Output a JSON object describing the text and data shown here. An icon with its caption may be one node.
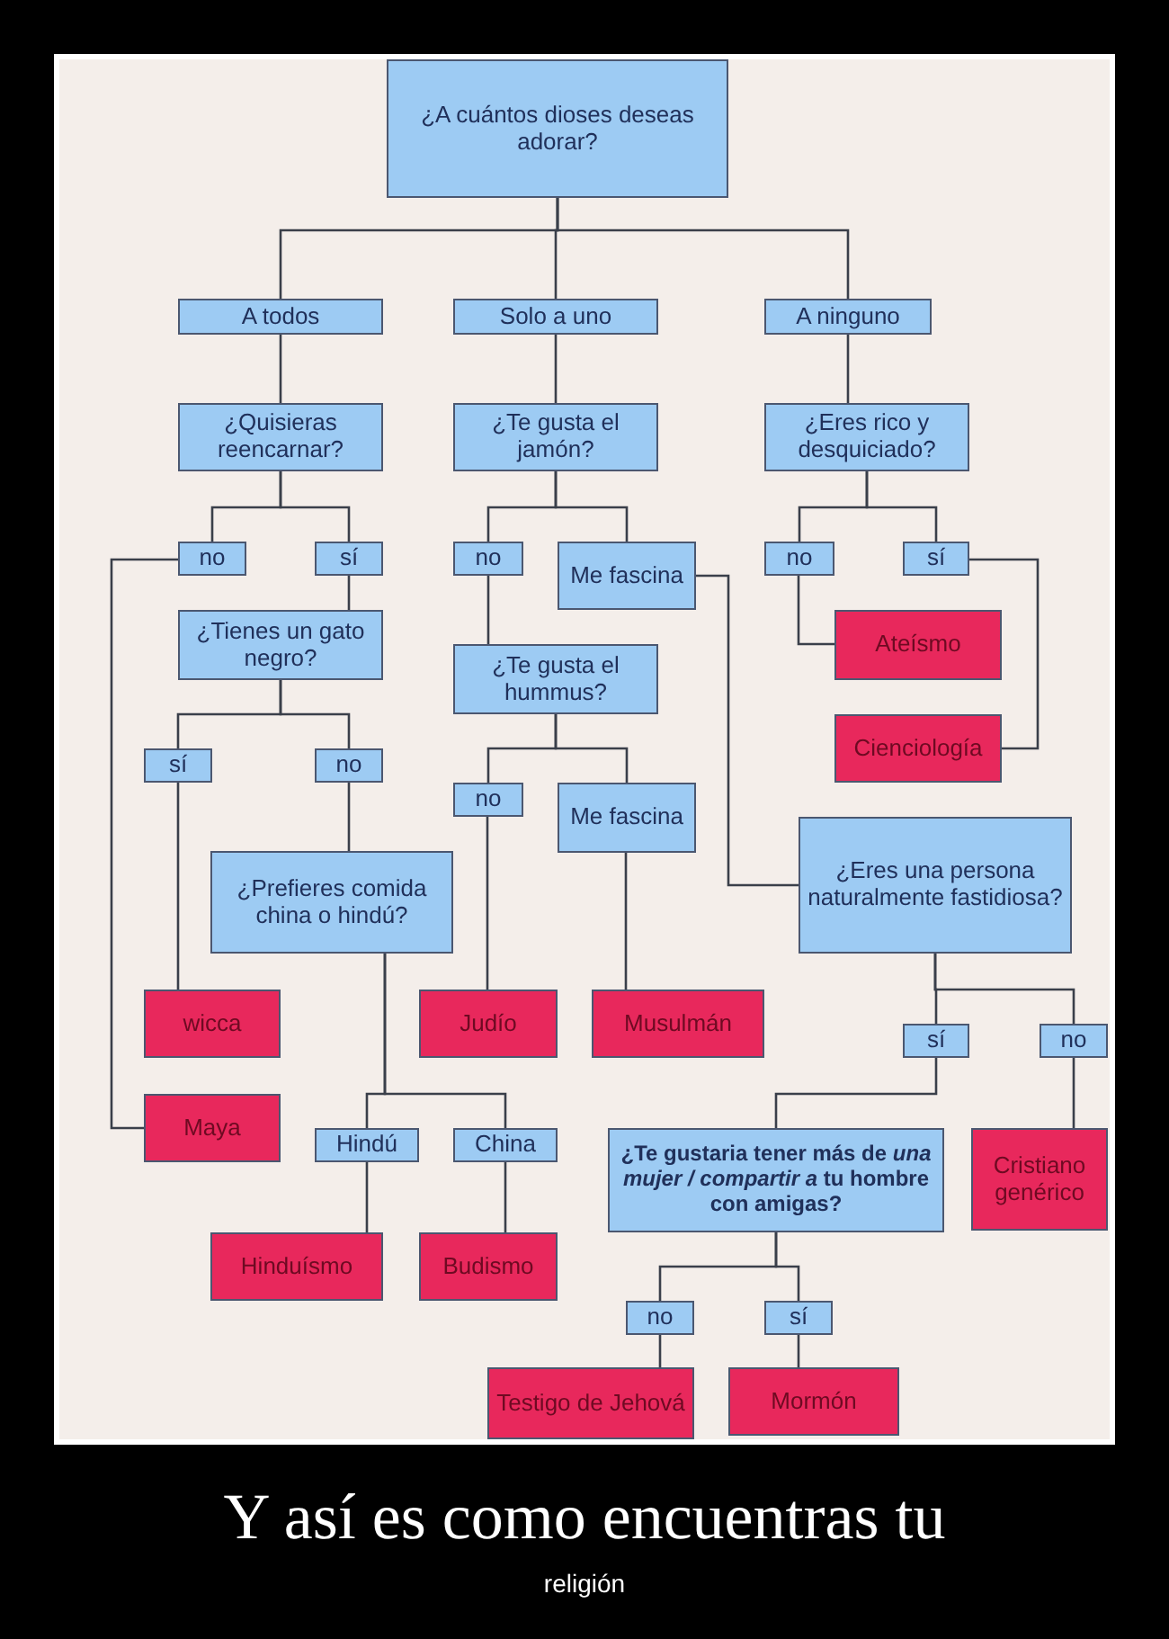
{
  "diagram": {
    "nodes": [
      {
        "text": [
          "¿A cuántos dioses deseas adorar?"
        ]
      },
      {
        "text": [
          "A todos"
        ]
      },
      {
        "text": [
          "Solo a uno"
        ]
      },
      {
        "text": [
          "A ninguno"
        ]
      },
      {
        "text": [
          "¿Quisieras reencarnar?"
        ]
      },
      {
        "text": [
          "¿Te gusta el jamón?"
        ]
      },
      {
        "text": [
          "¿Eres rico y desquiciado?"
        ]
      },
      {
        "text": [
          "no"
        ]
      },
      {
        "text": [
          "sí"
        ]
      },
      {
        "text": [
          "no"
        ]
      },
      {
        "text": [
          "Me fascina"
        ]
      },
      {
        "text": [
          "no"
        ]
      },
      {
        "text": [
          "sí"
        ]
      },
      {
        "text": [
          "¿Tienes un gato negro?"
        ]
      },
      {
        "text": [
          "¿Te gusta el hummus?"
        ]
      },
      {
        "text": [
          "Ateísmo"
        ]
      },
      {
        "text": [
          "sí"
        ]
      },
      {
        "text": [
          "no"
        ]
      },
      {
        "text": [
          "no"
        ]
      },
      {
        "text": [
          "Me fascina"
        ]
      },
      {
        "text": [
          "Cienciología"
        ]
      },
      {
        "text": [
          "¿Eres una persona naturalmente fastidiosa?"
        ]
      },
      {
        "text": [
          "¿Prefieres comida china o hindú?"
        ]
      },
      {
        "text": [
          "wicca"
        ]
      },
      {
        "text": [
          "Judío"
        ]
      },
      {
        "text": [
          "Musulmán"
        ]
      },
      {
        "text": [
          "sí"
        ]
      },
      {
        "text": [
          "no"
        ]
      },
      {
        "text": [
          "Maya"
        ]
      },
      {
        "text": [
          "Hindú"
        ]
      },
      {
        "text": [
          "China"
        ]
      },
      {
        "text": [
          "¿Te gustaria tener más de *una mujer / compartir a* tu hombre con amigas?"
        ]
      },
      {
        "text": [
          "Cristiano genérico"
        ]
      },
      {
        "text": [
          "Hinduísmo"
        ]
      },
      {
        "text": [
          "Budismo"
        ]
      },
      {
        "text": [
          "no"
        ]
      },
      {
        "text": [
          "sí"
        ]
      },
      {
        "text": [
          "Testigo de Jehová"
        ]
      },
      {
        "text": [
          "Mormón"
        ]
      }
    ],
    "edges": [
      {
        "from": 0,
        "to": 1,
        "arrow": "none"
      },
      {
        "from": 0,
        "to": 2,
        "arrow": "none"
      },
      {
        "from": 0,
        "to": 3,
        "arrow": "none"
      },
      {
        "from": 1,
        "to": 4,
        "arrow": "none"
      },
      {
        "from": 2,
        "to": 5,
        "arrow": "none"
      },
      {
        "from": 3,
        "to": 6,
        "arrow": "none"
      },
      {
        "from": 4,
        "to": 7,
        "arrow": "none"
      },
      {
        "from": 4,
        "to": 8,
        "arrow": "none"
      },
      {
        "from": 5,
        "to": 9,
        "arrow": "none"
      },
      {
        "from": 5,
        "to": 10,
        "arrow": "none"
      },
      {
        "from": 6,
        "to": 11,
        "arrow": "none"
      },
      {
        "from": 6,
        "to": 12,
        "arrow": "none"
      },
      {
        "from": 7,
        "to": 28,
        "arrow": "none"
      },
      {
        "from": 8,
        "to": 13,
        "arrow": "none"
      },
      {
        "from": 9,
        "to": 14,
        "arrow": "none"
      },
      {
        "from": 10,
        "to": 21,
        "arrow": "none"
      },
      {
        "from": 11,
        "to": 15,
        "arrow": "none"
      },
      {
        "from": 12,
        "to": 20,
        "arrow": "none"
      },
      {
        "from": 13,
        "to": 16,
        "arrow": "none"
      },
      {
        "from": 13,
        "to": 17,
        "arrow": "none"
      },
      {
        "from": 16,
        "to": 23,
        "arrow": "none"
      },
      {
        "from": 17,
        "to": 22,
        "arrow": "none"
      },
      {
        "from": 14,
        "to": 18,
        "arrow": "none"
      },
      {
        "from": 14,
        "to": 19,
        "arrow": "none"
      },
      {
        "from": 18,
        "to": 24,
        "arrow": "none"
      },
      {
        "from": 19,
        "to": 25,
        "arrow": "none"
      },
      {
        "from": 21,
        "to": 26,
        "arrow": "none"
      },
      {
        "from": 21,
        "to": 27,
        "arrow": "none"
      },
      {
        "from": 26,
        "to": 31,
        "arrow": "none"
      },
      {
        "from": 27,
        "to": 32,
        "arrow": "none"
      },
      {
        "from": 22,
        "to": 29,
        "arrow": "none"
      },
      {
        "from": 22,
        "to": 30,
        "arrow": "none"
      },
      {
        "from": 29,
        "to": 33,
        "arrow": "none"
      },
      {
        "from": 30,
        "to": 34,
        "arrow": "none"
      },
      {
        "from": 31,
        "to": 35,
        "arrow": "none"
      },
      {
        "from": 31,
        "to": 36,
        "arrow": "none"
      },
      {
        "from": 35,
        "to": 37,
        "arrow": "none"
      },
      {
        "from": 36,
        "to": 38,
        "arrow": "none"
      }
    ],
    "labels": [
      "Y así es como encuentras tu",
      "religión"
    ]
  }
}
